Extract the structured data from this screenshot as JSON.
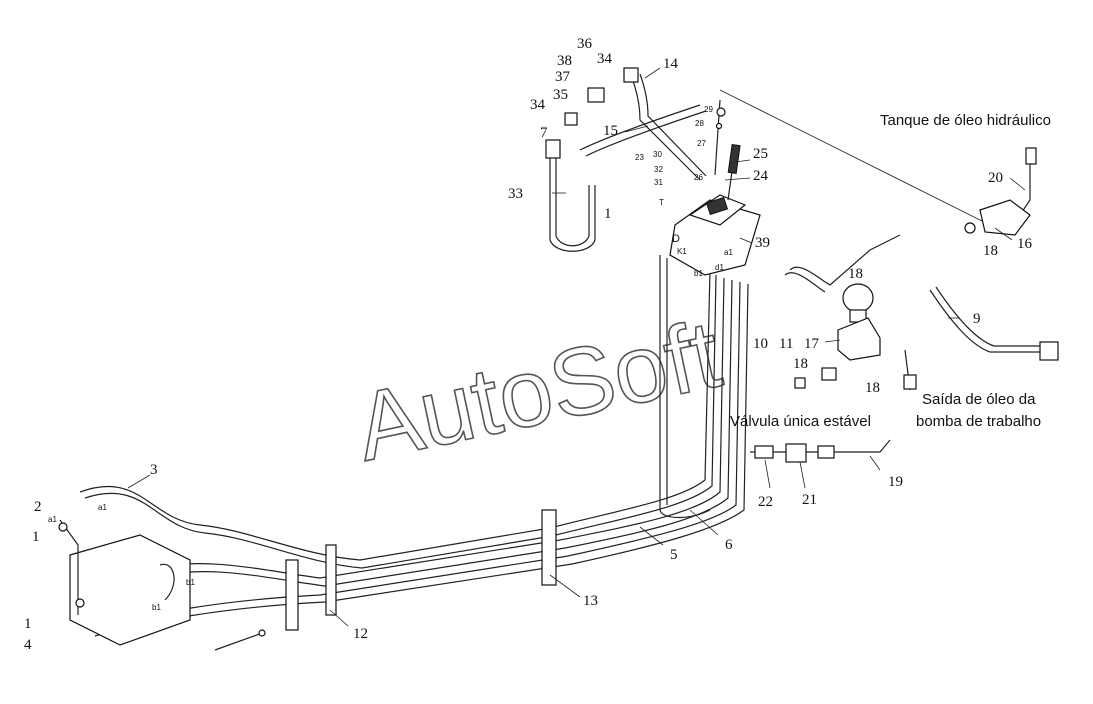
{
  "watermark": "AutoSoft",
  "captions": {
    "tank": "Tanque de óleo hidráulico",
    "pump_line1": "Saída de óleo da",
    "pump_line2": "bomba de trabalho",
    "valve": "Válvula única estável"
  },
  "part_numbers": {
    "p1a": "1",
    "p1b": "1",
    "p1c": "1",
    "p2": "2",
    "p3": "3",
    "p4": "4",
    "p5": "5",
    "p6": "6",
    "p7": "7",
    "p9": "9",
    "p10": "10",
    "p11": "11",
    "p12": "12",
    "p13": "13",
    "p14": "14",
    "p15": "15",
    "p16": "16",
    "p17": "17",
    "p18a": "18",
    "p18b": "18",
    "p18c": "18",
    "p18d": "18",
    "p19": "19",
    "p20": "20",
    "p21": "21",
    "p22": "22",
    "p24": "24",
    "p25": "25",
    "p33": "33",
    "p34a": "34",
    "p34b": "34",
    "p35": "35",
    "p36": "36",
    "p37": "37",
    "p38": "38",
    "p39": "39"
  },
  "small_labels": {
    "s23": "23",
    "s26": "26",
    "s27": "27",
    "s28": "28",
    "s29": "29",
    "s30": "30",
    "s31": "31",
    "s32": "32",
    "sT": "T",
    "sD": "D",
    "sK1": "K1",
    "sA1v": "a1",
    "sB1v": "b1",
    "sD1v": "d1",
    "sA1l": "a1",
    "sB1l": "a1",
    "sC1l": "b1",
    "sD1l": "b1"
  }
}
